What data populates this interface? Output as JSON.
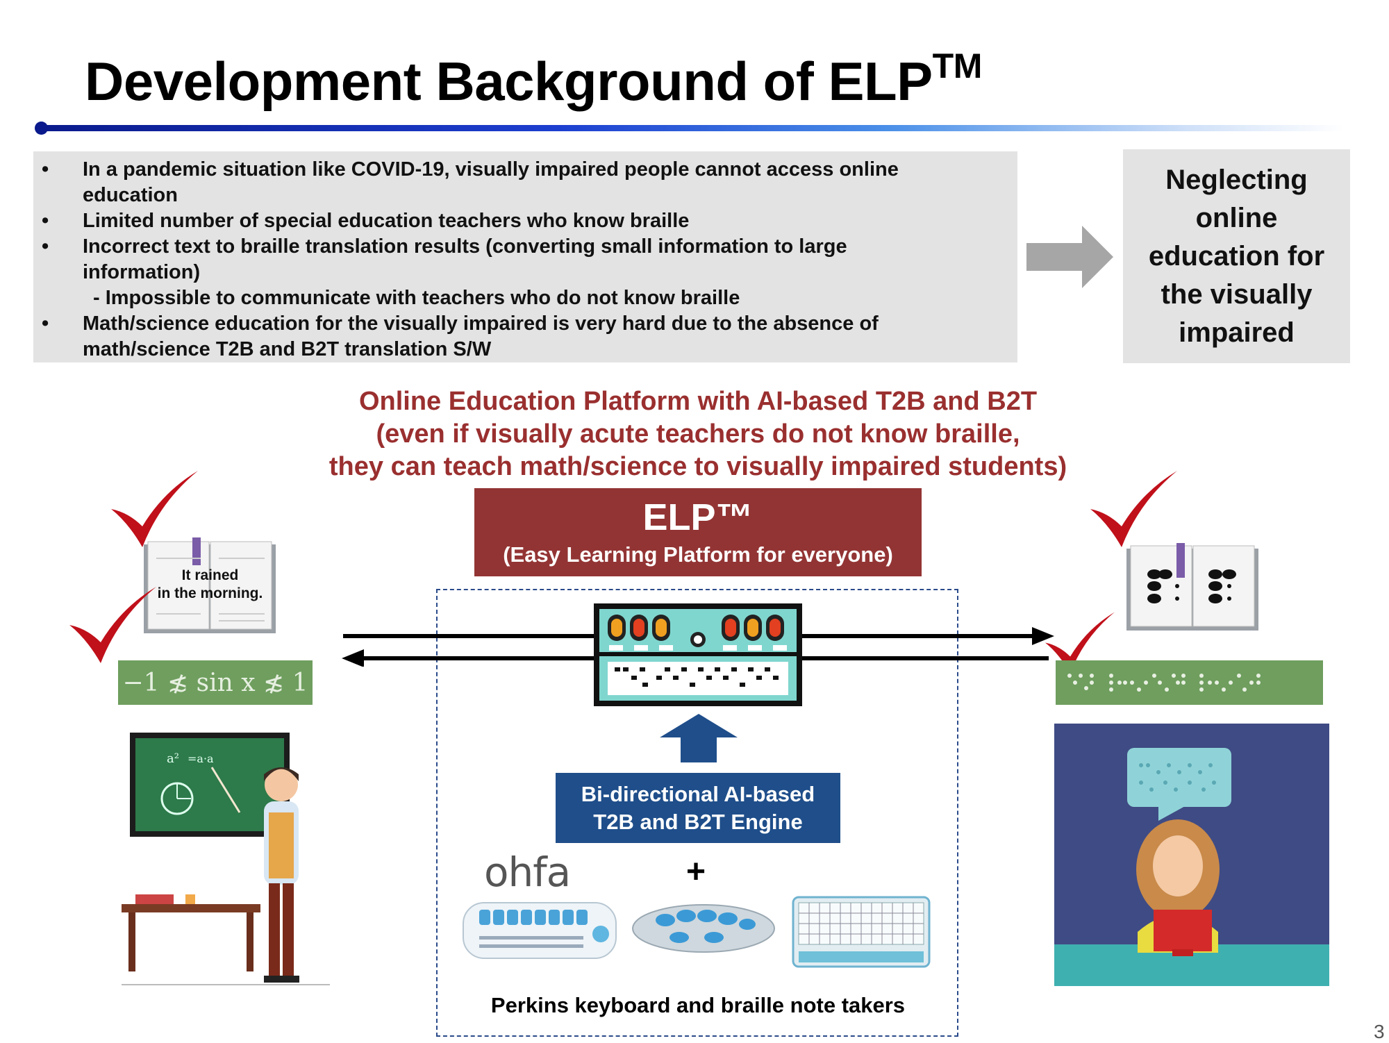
{
  "title": {
    "text": "Development Background of ELP",
    "trademark": "TM"
  },
  "bullets": [
    {
      "bullet": "•",
      "text": "In a pandemic situation like COVID-19, visually impaired people cannot access online"
    },
    {
      "bullet": "",
      "text": "education"
    },
    {
      "bullet": "•",
      "text": "Limited number of special education teachers who know braille"
    },
    {
      "bullet": "•",
      "text": "Incorrect text to braille translation results (converting small information to large"
    },
    {
      "bullet": "",
      "text": "information)"
    },
    {
      "bullet": "",
      "text": "- Impossible to communicate with teachers who do not know braille"
    },
    {
      "bullet": "•",
      "text": "Math/science education for the visually impaired is very hard due to the absence of"
    },
    {
      "bullet": "",
      "text": "math/science T2B and B2T translation S/W"
    }
  ],
  "neglect_box": {
    "text": "Neglecting online education for the visually impaired"
  },
  "headline": {
    "line1": "Online Education Platform with AI-based T2B and B2T",
    "line2": "(even if visually acute teachers do not know braille,",
    "line3": "they can teach math/science to visually impaired students)"
  },
  "elp_box": {
    "title": "ELP™",
    "subtitle": "(Easy Learning Platform for everyone)"
  },
  "engine_box": {
    "line1": "Bi-directional AI-based",
    "line2": "T2B and B2T Engine"
  },
  "brand": "ohfa",
  "plus": "+",
  "devices_caption": "Perkins keyboard and braille note takers",
  "book_left_text": {
    "line1": "It rained",
    "line2": "in the morning."
  },
  "formula": "−1 ≴ sin x ≴ 1",
  "page_number": "3",
  "colors": {
    "title_accent": "#0a1a8c",
    "elp_red": "#933434",
    "engine_blue": "#1f4e8a",
    "formula_green": "#6f9e5e",
    "headline_red": "#9a2f2f"
  },
  "icons": [
    "check-icon",
    "book-icon",
    "braille-device-icon",
    "teacher-illustration",
    "student-illustration",
    "keyboard-icon",
    "arrow-right-icon",
    "arrow-up-icon"
  ]
}
